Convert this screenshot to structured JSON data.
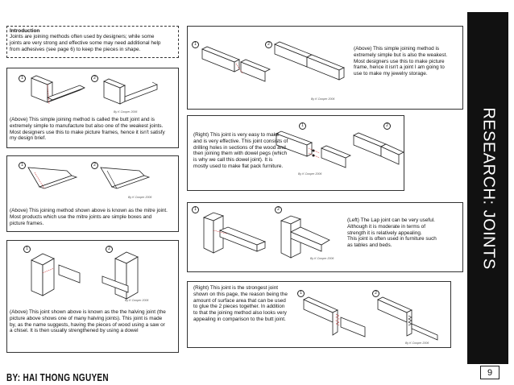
{
  "intro": {
    "heading": "Introduction",
    "body": "Joints are joining methods often used by designers; while some\njoints are very strong and effective some may need additional help\nfrom adhesives (see page 6) to keep the pieces in shape."
  },
  "panels": {
    "butt": {
      "text": "(Above) This simple joining method is called the butt joint and is\nextremely simple to manufacture but also one of the weakest joints.\nMost designers use this to make picture frames, hence it isn't satisfy\nmy design brief.",
      "credit": "By K Cooper 2006",
      "num1": "1",
      "num2": "2"
    },
    "mitre": {
      "text": "(Above) This joining method shown above is known as the mitre joint.\nMost products which use the mitre joints are simple boxes and\npicture frames.",
      "credit": "By K Cooper 2006",
      "num1": "1",
      "num2": "2"
    },
    "halving": {
      "text": "(Above) This joint shown above is known as the the halving joint (the\npicture above shows one of many halving joints). This joint is made\nby, as the name suggests, having the pieces of wood using a saw or\na chisel. It is then usually strengthened by using a dowel",
      "credit": "By K Cooper 2006",
      "num1": "1",
      "num2": "2"
    },
    "butt_right": {
      "text": "(Above) This simple joining method is\nextremely simple but is also the weakest.\nMost designers use this to make picture\nframe, hence it isn't a joint I am going to\nuse to make my jewelry storage.",
      "credit": "By K Cooper 2006",
      "num1": "1",
      "num2": "2"
    },
    "dowel": {
      "text": "(Right) This joint is very easy to make\nand is very effective. This joint consists of\ndrilling holes in sections of the wood and\nthen joining them with dowel pegs (which\nis why we call this dowel joint). It is\nmostly used to make flat pack furniture.",
      "credit": "By K Cooper 2006",
      "num1": "1",
      "num2": "2"
    },
    "lap": {
      "text": "(Left) The Lap joint can be very useful.\nAlthough it is moderate in terms of\nstrength it is relatively appealing.\nThis joint is often used in furniture such\nas tables and beds.",
      "credit": "By K Cooper 2006",
      "num1": "1",
      "num2": "2"
    },
    "dovetail": {
      "text": "(Right) This joint is the strongest joint\nshown on this page, the reason being the\namount of surface area that can be used\nto glue the 2 pieces together. In addition\nto that the joining method also looks very\nappealing in comparison to the butt joint.",
      "credit": "By K Cooper 2006",
      "num1": "1",
      "num2": "2"
    }
  },
  "sidebar": {
    "title": "RESEARCH: JOINTS"
  },
  "page_number": "9",
  "byline": "BY: HAI THONG NGUYEN"
}
